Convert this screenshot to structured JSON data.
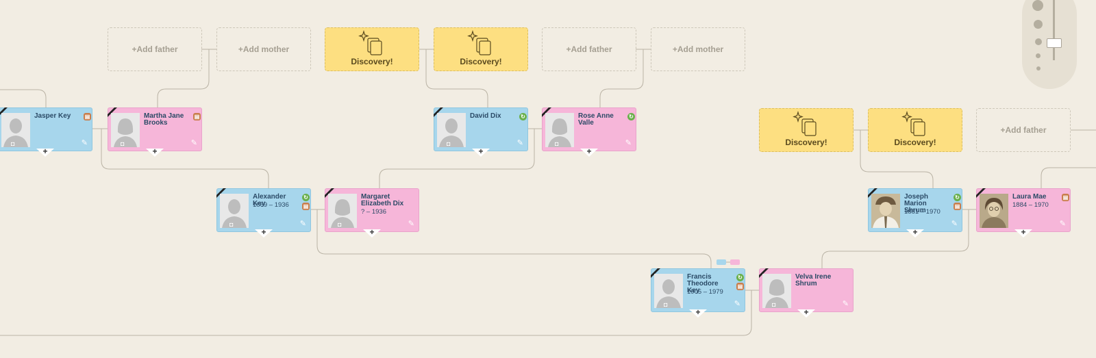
{
  "placeholders": {
    "add_father": "+Add father",
    "add_mother": "+Add mother",
    "discovery": "Discovery!"
  },
  "people": {
    "jasper": {
      "name": "Jasper Key",
      "dates": ""
    },
    "martha": {
      "name": "Martha Jane Brooks",
      "dates": ""
    },
    "david": {
      "name": "David Dix",
      "dates": ""
    },
    "rose": {
      "name": "Rose Anne Valle",
      "dates": ""
    },
    "alexander": {
      "name": "Alexander Key",
      "dates": "1869 – 1936"
    },
    "margaret": {
      "name": "Margaret Elizabeth Dix",
      "dates": "? – 1936"
    },
    "francis": {
      "name": "Francis Theodore Key",
      "dates": "1905 – 1979"
    },
    "velva": {
      "name": "Velva Irene Shrum",
      "dates": ""
    },
    "joseph": {
      "name": "Joseph Marion Shrum",
      "dates": "1881 – 1970"
    },
    "laura": {
      "name": "Laura Mae",
      "dates": "1884 – 1970"
    }
  },
  "colors": {
    "male": "#a7d6ec",
    "female": "#f6b6d9",
    "discovery": "#fddf81",
    "background": "#f2ede3"
  },
  "icons": [
    "camera-icon",
    "edit-pencil-icon",
    "expand-plus-icon",
    "hint-leaf-icon",
    "record-icon",
    "discovery-stack-icon",
    "zoom-slider"
  ]
}
